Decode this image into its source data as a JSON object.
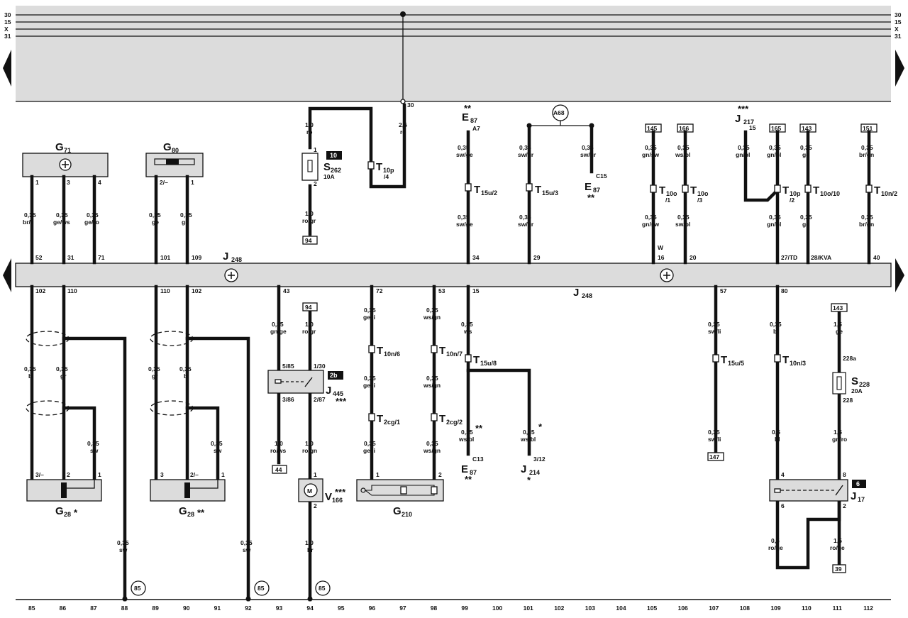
{
  "rails": {
    "left": [
      "30",
      "15",
      "X",
      "31"
    ],
    "right": [
      "30",
      "15",
      "X",
      "31"
    ],
    "junction_label": "30"
  },
  "relay_panel": {
    "label": "J",
    "sub": "248",
    "lower_label": "J",
    "lower_sub": "248"
  },
  "components_top": {
    "g71": {
      "name": "G",
      "sub": "71",
      "pins": [
        "1",
        "3",
        "4"
      ]
    },
    "g80": {
      "name": "G",
      "sub": "80",
      "pins": [
        "2/–",
        "1"
      ]
    },
    "s262": {
      "name": "S",
      "sub": "262",
      "rating": "10A",
      "tag": "10",
      "pins": [
        "1",
        "2"
      ]
    },
    "t10p4": {
      "name": "T",
      "sub": "10p",
      "suffix": "/4"
    },
    "e87_a": {
      "name": "E",
      "sub": "87",
      "stars": "**",
      "pin": "A7"
    },
    "a68": {
      "label": "A68"
    },
    "e87_b": {
      "name": "E",
      "sub": "87",
      "stars": "**",
      "pin": "C15"
    },
    "j217": {
      "name": "J",
      "sub": "217",
      "stars": "***",
      "pin": "15"
    },
    "t15u2": {
      "name": "T",
      "sub": "15u/2"
    },
    "t15u3": {
      "name": "T",
      "sub": "15u/3"
    },
    "t10o1": {
      "name": "T",
      "sub": "10o",
      "suffix": "/1"
    },
    "t10o3": {
      "name": "T",
      "sub": "10o",
      "suffix": "/3"
    },
    "t10p2": {
      "name": "T",
      "sub": "10p",
      "suffix": "/2"
    },
    "t10o10": {
      "name": "T",
      "sub": "10o/10"
    },
    "t10n2": {
      "name": "T",
      "sub": "10n/2"
    }
  },
  "refs_top": [
    "94",
    "145",
    "166",
    "165",
    "143",
    "151"
  ],
  "wires_top": [
    {
      "a": "0,35",
      "b": "br/li"
    },
    {
      "a": "0,35",
      "b": "ge/ws"
    },
    {
      "a": "0,35",
      "b": "ge/ro"
    },
    {
      "a": "0,35",
      "b": "ge"
    },
    {
      "a": "0,35",
      "b": "gn"
    },
    {
      "a": "1,0",
      "b": "ro"
    },
    {
      "a": "1,0",
      "b": "ro/gr"
    },
    {
      "a": "2,5",
      "b": "ro"
    },
    {
      "a": "0,35",
      "b": "sw/ge"
    },
    {
      "a": "0,35",
      "b": "sw/ge"
    },
    {
      "a": "0,35",
      "b": "sw/gr"
    },
    {
      "a": "0,35",
      "b": "sw/gr"
    },
    {
      "a": "0,35",
      "b": "sw/gr"
    },
    {
      "a": "0,35",
      "b": "gn/sw"
    },
    {
      "a": "0,35",
      "b": "gn/sw"
    },
    {
      "a": "0,35",
      "b": "ws/bl"
    },
    {
      "a": "0,35",
      "b": "sw/bl"
    },
    {
      "a": "0,35",
      "b": "gn/bl"
    },
    {
      "a": "0,35",
      "b": "gn/bl"
    },
    {
      "a": "0,35",
      "b": "gn/bl"
    },
    {
      "a": "0,35",
      "b": "ge"
    },
    {
      "a": "0,35",
      "b": "ge"
    },
    {
      "a": "0,35",
      "b": "br/gn"
    },
    {
      "a": "0,35",
      "b": "br/gn"
    }
  ],
  "pins_top": [
    "52",
    "31",
    "71",
    "101",
    "109",
    "34",
    "29",
    "16",
    "W",
    "20",
    "27/TD",
    "28/KVA",
    "40"
  ],
  "pins_bottom": [
    "102",
    "110",
    "110",
    "102",
    "43",
    "72",
    "53",
    "15",
    "57",
    "80"
  ],
  "components_bottom": {
    "j445": {
      "name": "J",
      "sub": "445",
      "stars": "***",
      "tag": "2b",
      "pins": [
        "5/85",
        "1/30",
        "3/86",
        "2/87"
      ]
    },
    "t10n6": {
      "name": "T",
      "sub": "10n/6"
    },
    "t10n7": {
      "name": "T",
      "sub": "10n/7"
    },
    "t2cg1": {
      "name": "T",
      "sub": "2cg/1"
    },
    "t2cg2": {
      "name": "T",
      "sub": "2cg/2"
    },
    "t15u8": {
      "name": "T",
      "sub": "15u/8"
    },
    "t15u5": {
      "name": "T",
      "sub": "15u/5"
    },
    "t10n3": {
      "name": "T",
      "sub": "10n/3"
    },
    "s228": {
      "name": "S",
      "sub": "228",
      "rating": "20A",
      "pins": [
        "228a",
        "228"
      ]
    },
    "g28a": {
      "name": "G",
      "sub": "28",
      "stars": "*",
      "pins": [
        "3/–",
        "2",
        "1"
      ]
    },
    "g28b": {
      "name": "G",
      "sub": "28",
      "stars": "**",
      "pins": [
        "3",
        "2/–",
        "1"
      ]
    },
    "v166": {
      "name": "V",
      "sub": "166",
      "stars": "***",
      "motor": "M",
      "pins": [
        "1",
        "2"
      ]
    },
    "g210": {
      "name": "G",
      "sub": "210",
      "pins": [
        "1",
        "2"
      ]
    },
    "e87_c": {
      "name": "E",
      "sub": "87",
      "stars": "**",
      "pin": "C13"
    },
    "j214": {
      "name": "J",
      "sub": "214",
      "stars": "*",
      "pin": "3/12"
    },
    "j17": {
      "name": "J",
      "sub": "17",
      "tag": "6",
      "pins": [
        "4",
        "8",
        "6",
        "2"
      ]
    }
  },
  "refs_bottom": [
    "94",
    "44",
    "143",
    "147",
    "39"
  ],
  "wires_bottom": [
    {
      "a": "0,35",
      "b": "bl"
    },
    {
      "a": "0,35",
      "b": "gr"
    },
    {
      "a": "0,35",
      "b": "gr"
    },
    {
      "a": "0,35",
      "b": "bl"
    },
    {
      "a": "0,35",
      "b": "sw"
    },
    {
      "a": "0,35",
      "b": "sw"
    },
    {
      "a": "0,35",
      "b": "sw"
    },
    {
      "a": "0,35",
      "b": "sw"
    },
    {
      "a": "0,35",
      "b": "gn/ge"
    },
    {
      "a": "1,0",
      "b": "ro/gr"
    },
    {
      "a": "1,0",
      "b": "ro/ws"
    },
    {
      "a": "1,0",
      "b": "ro/gn"
    },
    {
      "a": "1,0",
      "b": "br"
    },
    {
      "a": "0,35",
      "b": "ge/li"
    },
    {
      "a": "0,35",
      "b": "ge/li"
    },
    {
      "a": "0,35",
      "b": "ge/li"
    },
    {
      "a": "0,35",
      "b": "ws/gn"
    },
    {
      "a": "0,35",
      "b": "ws/gn"
    },
    {
      "a": "0,35",
      "b": "ws/gn"
    },
    {
      "a": "0,35",
      "b": "ws"
    },
    {
      "a": "0,35",
      "b": "ws/bl"
    },
    {
      "a": "0,35",
      "b": "ws/bl"
    },
    {
      "a": "0,35",
      "b": "sw/li"
    },
    {
      "a": "0,35",
      "b": "sw/li"
    },
    {
      "a": "0,35",
      "b": "bl"
    },
    {
      "a": "0,5",
      "b": "bl"
    },
    {
      "a": "0,5",
      "b": "ro/ge"
    },
    {
      "a": "1,5",
      "b": "ge"
    },
    {
      "a": "1,5",
      "b": "gn/ro"
    },
    {
      "a": "1,5",
      "b": "ro/ge"
    }
  ],
  "ground_refs": [
    "85",
    "85",
    "85"
  ],
  "columns": [
    "85",
    "86",
    "87",
    "88",
    "89",
    "90",
    "91",
    "92",
    "93",
    "94",
    "95",
    "96",
    "97",
    "98",
    "99",
    "100",
    "101",
    "102",
    "103",
    "104",
    "105",
    "106",
    "107",
    "108",
    "109",
    "110",
    "111",
    "112"
  ]
}
